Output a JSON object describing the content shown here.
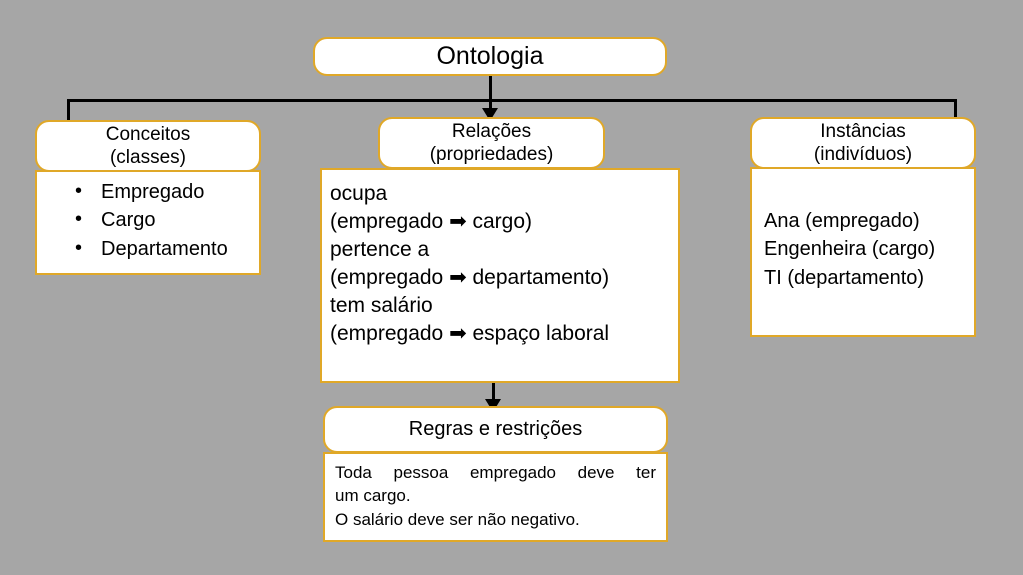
{
  "diagram": {
    "title": "Ontologia",
    "background_color": "#a6a6a6",
    "border_color": "#e0a828",
    "box_fill_color": "#ffffff",
    "connector_color": "#000000",
    "arrow_glyph": "➡"
  },
  "columns": {
    "conceitos": {
      "header_line1": "Conceitos",
      "header_line2": "(classes)",
      "items": [
        "Empregado",
        "Cargo",
        "Departamento"
      ]
    },
    "relacoes": {
      "header_line1": "Relações",
      "header_line2": "(propriedades)",
      "lines": [
        "ocupa",
        "(empregado ➡ cargo)",
        "pertence a",
        "(empregado ➡  departamento)",
        "tem salário",
        "(empregado  ➡  espaço laboral"
      ]
    },
    "instancias": {
      "header_line1": "Instâncias",
      "header_line2": "(indivíduos)",
      "items": [
        "Ana (empregado)",
        "Engenheira (cargo)",
        "TI (departamento)"
      ]
    }
  },
  "regras": {
    "header": "Regras e restrições",
    "line1": "Toda pessoa empregado deve ter",
    "line2": "um cargo.",
    "line3": "O salário deve ser não negativo."
  }
}
